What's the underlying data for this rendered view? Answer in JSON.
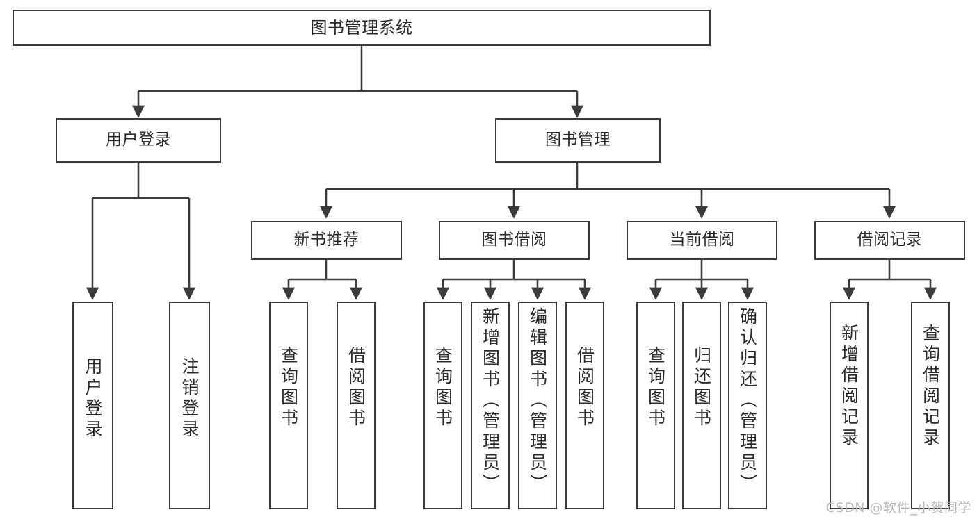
{
  "diagram": {
    "title": "图书管理系统",
    "type": "tree",
    "stroke_color": "#3b3b3b",
    "text_color": "#2b2b2b",
    "background_color": "#ffffff"
  },
  "nodes": {
    "root": {
      "label": "图书管理系统"
    },
    "level1": [
      {
        "id": "user-login",
        "label": "用户登录"
      },
      {
        "id": "book-manage",
        "label": "图书管理"
      }
    ],
    "level2": [
      {
        "id": "new-book-recommend",
        "label": "新书推荐"
      },
      {
        "id": "book-borrow",
        "label": "图书借阅"
      },
      {
        "id": "current-borrow",
        "label": "当前借阅"
      },
      {
        "id": "borrow-record",
        "label": "借阅记录"
      }
    ],
    "leaves": {
      "user_login": [
        {
          "id": "leaf-user-login",
          "label": "用户登录"
        },
        {
          "id": "leaf-logout",
          "label": "注销登录"
        }
      ],
      "new_book_recommend": [
        {
          "id": "leaf-query-book-1",
          "label": "查询图书"
        },
        {
          "id": "leaf-borrow-book-1",
          "label": "借阅图书"
        }
      ],
      "book_borrow": [
        {
          "id": "leaf-query-book-2",
          "label": "查询图书"
        },
        {
          "id": "leaf-add-book",
          "label": "新增图书（管理员）"
        },
        {
          "id": "leaf-edit-book",
          "label": "编辑图书（管理员）"
        },
        {
          "id": "leaf-borrow-book-2",
          "label": "借阅图书"
        }
      ],
      "current_borrow": [
        {
          "id": "leaf-query-book-3",
          "label": "查询图书"
        },
        {
          "id": "leaf-return-book",
          "label": "归还图书"
        },
        {
          "id": "leaf-confirm-return",
          "label": "确认归还（管理员）"
        }
      ],
      "borrow_record": [
        {
          "id": "leaf-add-record",
          "label": "新增借阅记录"
        },
        {
          "id": "leaf-query-record",
          "label": "查询借阅记录"
        }
      ]
    }
  },
  "watermark": {
    "text": "CSDN @软件_小贺同学"
  }
}
